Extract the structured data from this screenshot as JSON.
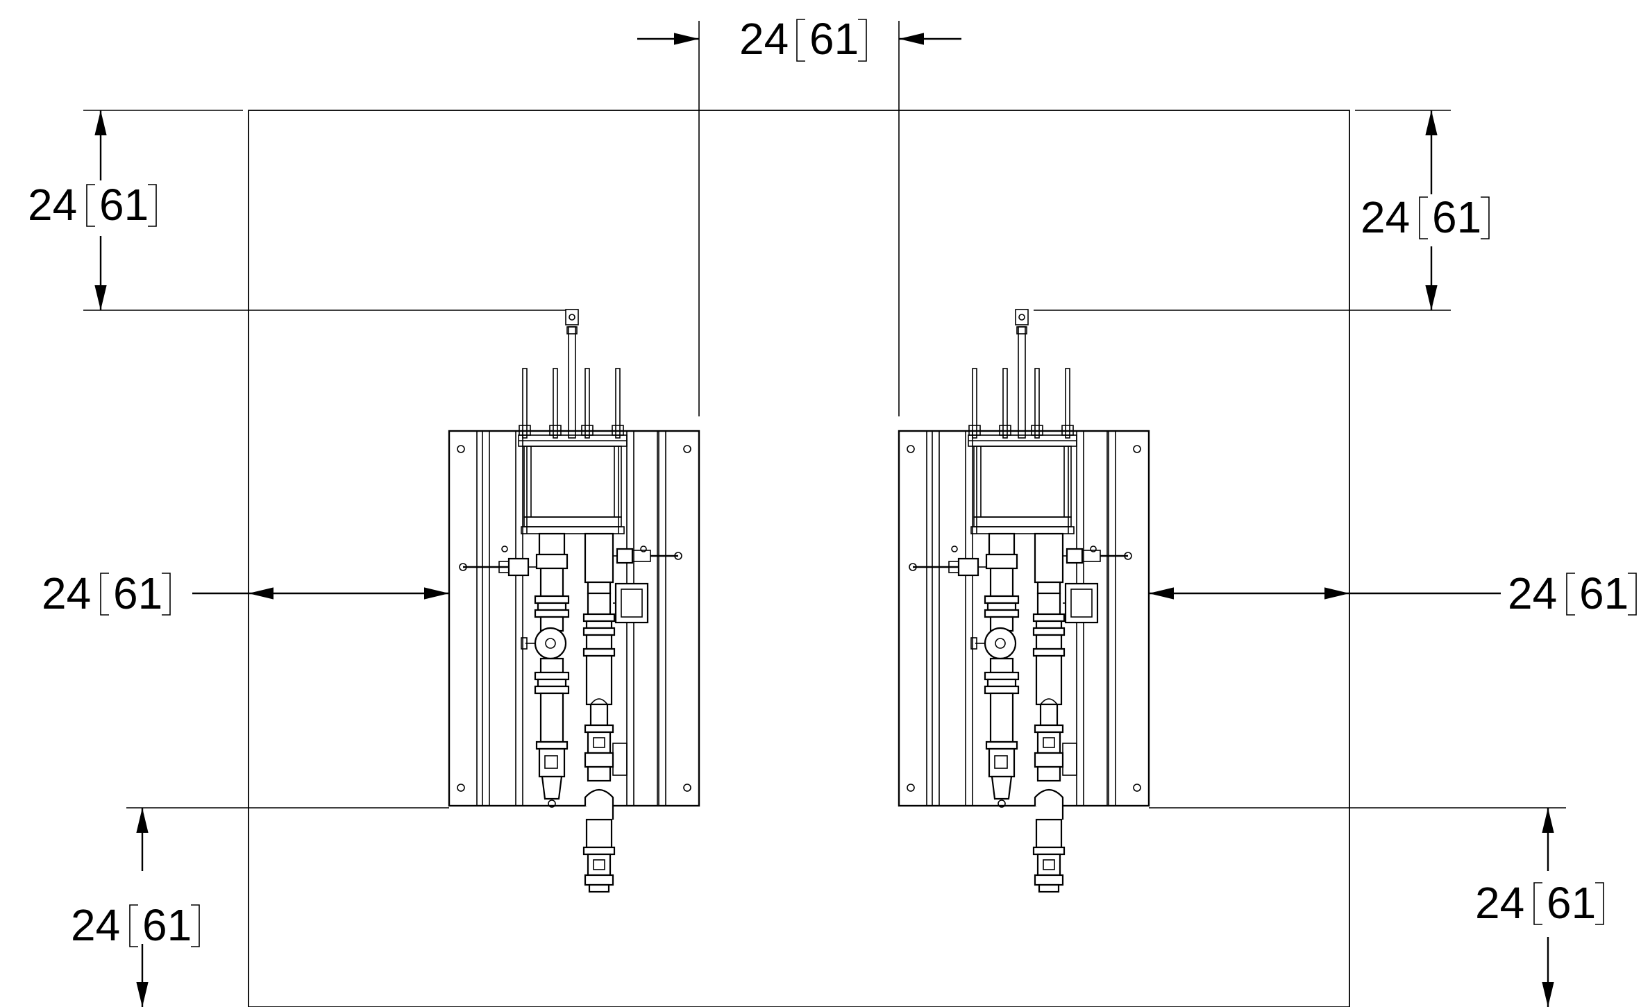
{
  "dimensions": {
    "top_gap": {
      "value": "24",
      "metric": "61"
    },
    "left_above": {
      "value": "24",
      "metric": "61"
    },
    "right_above": {
      "value": "24",
      "metric": "61"
    },
    "left_side": {
      "value": "24",
      "metric": "61"
    },
    "right_side": {
      "value": "24",
      "metric": "61"
    },
    "left_below": {
      "value": "24",
      "metric": "61"
    },
    "right_below": {
      "value": "24",
      "metric": "61"
    }
  }
}
